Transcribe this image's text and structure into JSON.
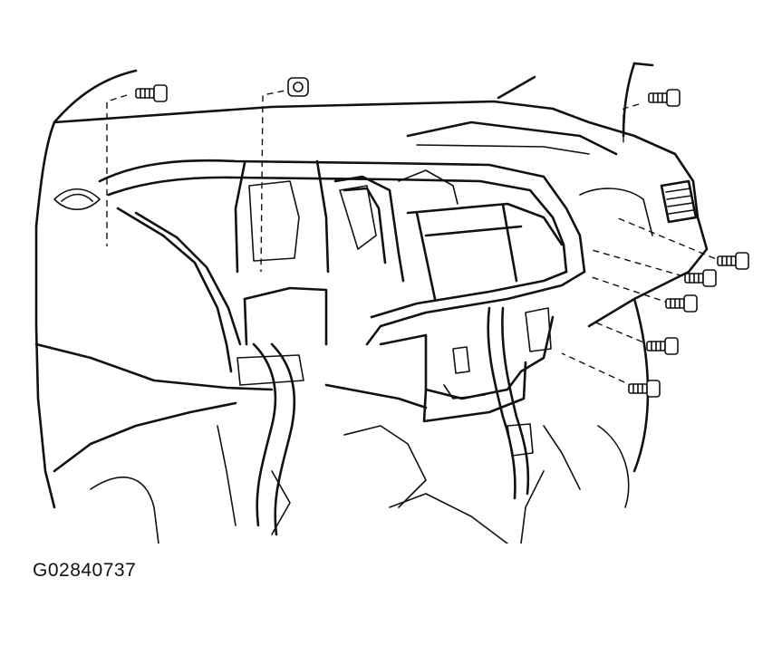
{
  "figure": {
    "code": "G02840737"
  },
  "bolts": [
    {
      "id": "top-left-bolt",
      "icon": "bolt-icon"
    },
    {
      "id": "top-center-nut",
      "icon": "nut-icon"
    },
    {
      "id": "top-right-bolt",
      "icon": "bolt-icon"
    },
    {
      "id": "right-bolt-1",
      "icon": "bolt-icon"
    },
    {
      "id": "right-bolt-2",
      "icon": "bolt-icon"
    },
    {
      "id": "right-bolt-3",
      "icon": "bolt-icon"
    },
    {
      "id": "right-bolt-4",
      "icon": "bolt-icon"
    },
    {
      "id": "right-bolt-5",
      "icon": "bolt-icon"
    }
  ]
}
